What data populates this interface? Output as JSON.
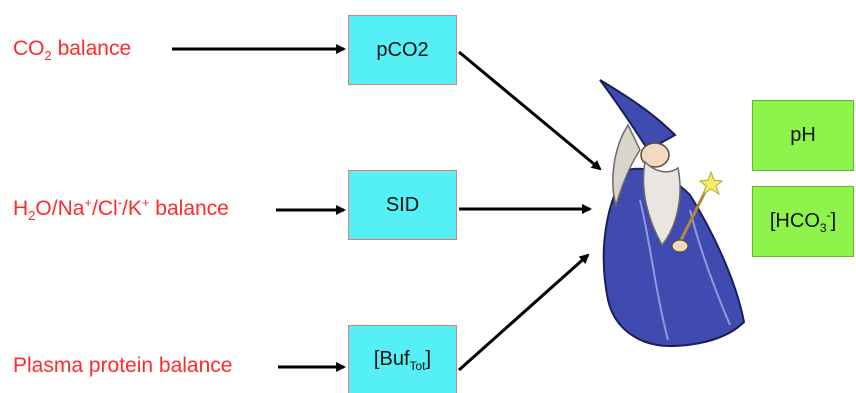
{
  "colors": {
    "label_text": "#ff2a2a",
    "input_box_fill": "#55f0f6",
    "input_box_border": "#e87a7a",
    "output_box_fill": "#8ef34a",
    "output_box_border": "#5bbf2a",
    "arrow": "#000000",
    "wizard_robe": "#3f4bb0"
  },
  "labels": {
    "co2": {
      "text": "CO",
      "sub": "2",
      "suffix": " balance"
    },
    "electrolytes": {
      "p1": "H",
      "p1_sub": "2",
      "p2": "O/Na",
      "p2_sup": "+",
      "p3": "/Cl",
      "p3_sup": "-",
      "p4": "/K",
      "p4_sup": "+",
      "p5": " balance"
    },
    "protein": {
      "text": "Plasma protein balance"
    }
  },
  "input_boxes": {
    "pco2": {
      "text": "pCO2"
    },
    "sid": {
      "text": "SID"
    },
    "buf": {
      "text": "[Buf",
      "sub": "Tot",
      "suffix": "]"
    }
  },
  "output_boxes": {
    "ph": {
      "text": "pH"
    },
    "hco3": {
      "text": "[HCO",
      "sub": "3",
      "sup": "-",
      "suffix": "]"
    }
  },
  "figure": {
    "icon": "wizard-icon"
  }
}
